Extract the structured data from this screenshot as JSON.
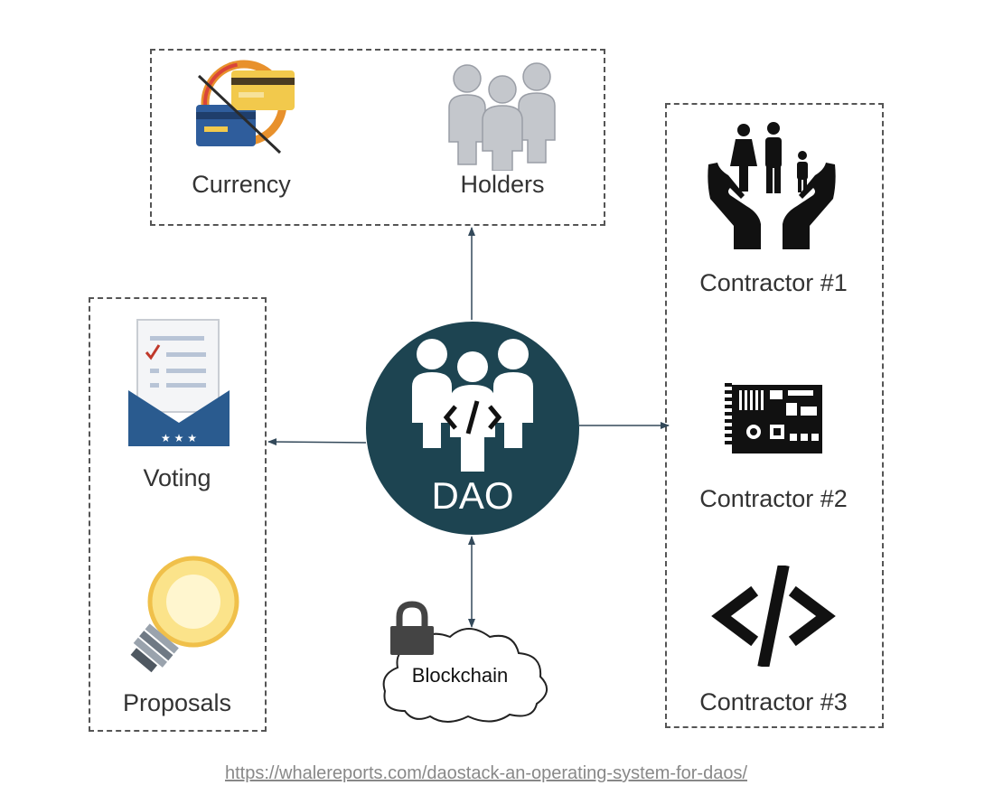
{
  "nodes": {
    "currency": "Currency",
    "holders": "Holders",
    "contractor1": "Contractor #1",
    "contractor2": "Contractor #2",
    "contractor3": "Contractor #3",
    "voting": "Voting",
    "proposals": "Proposals",
    "dao": "DAO",
    "blockchain": "Blockchain"
  },
  "source_url": "https://whalereports.com/daostack-an-operating-system-for-daos/",
  "colors": {
    "dao_fill": "#1d4451",
    "box_border": "#555555",
    "arrow": "#33495a"
  },
  "icons": {
    "currency": "credit-cards-icon",
    "holders": "people-group-icon",
    "contractor1": "family-hands-icon",
    "contractor2": "circuit-board-icon",
    "contractor3": "code-brackets-icon",
    "voting": "ballot-envelope-icon",
    "proposals": "light-bulb-icon",
    "blockchain": "cloud-lock-icon",
    "dao": "people-code-icon"
  }
}
